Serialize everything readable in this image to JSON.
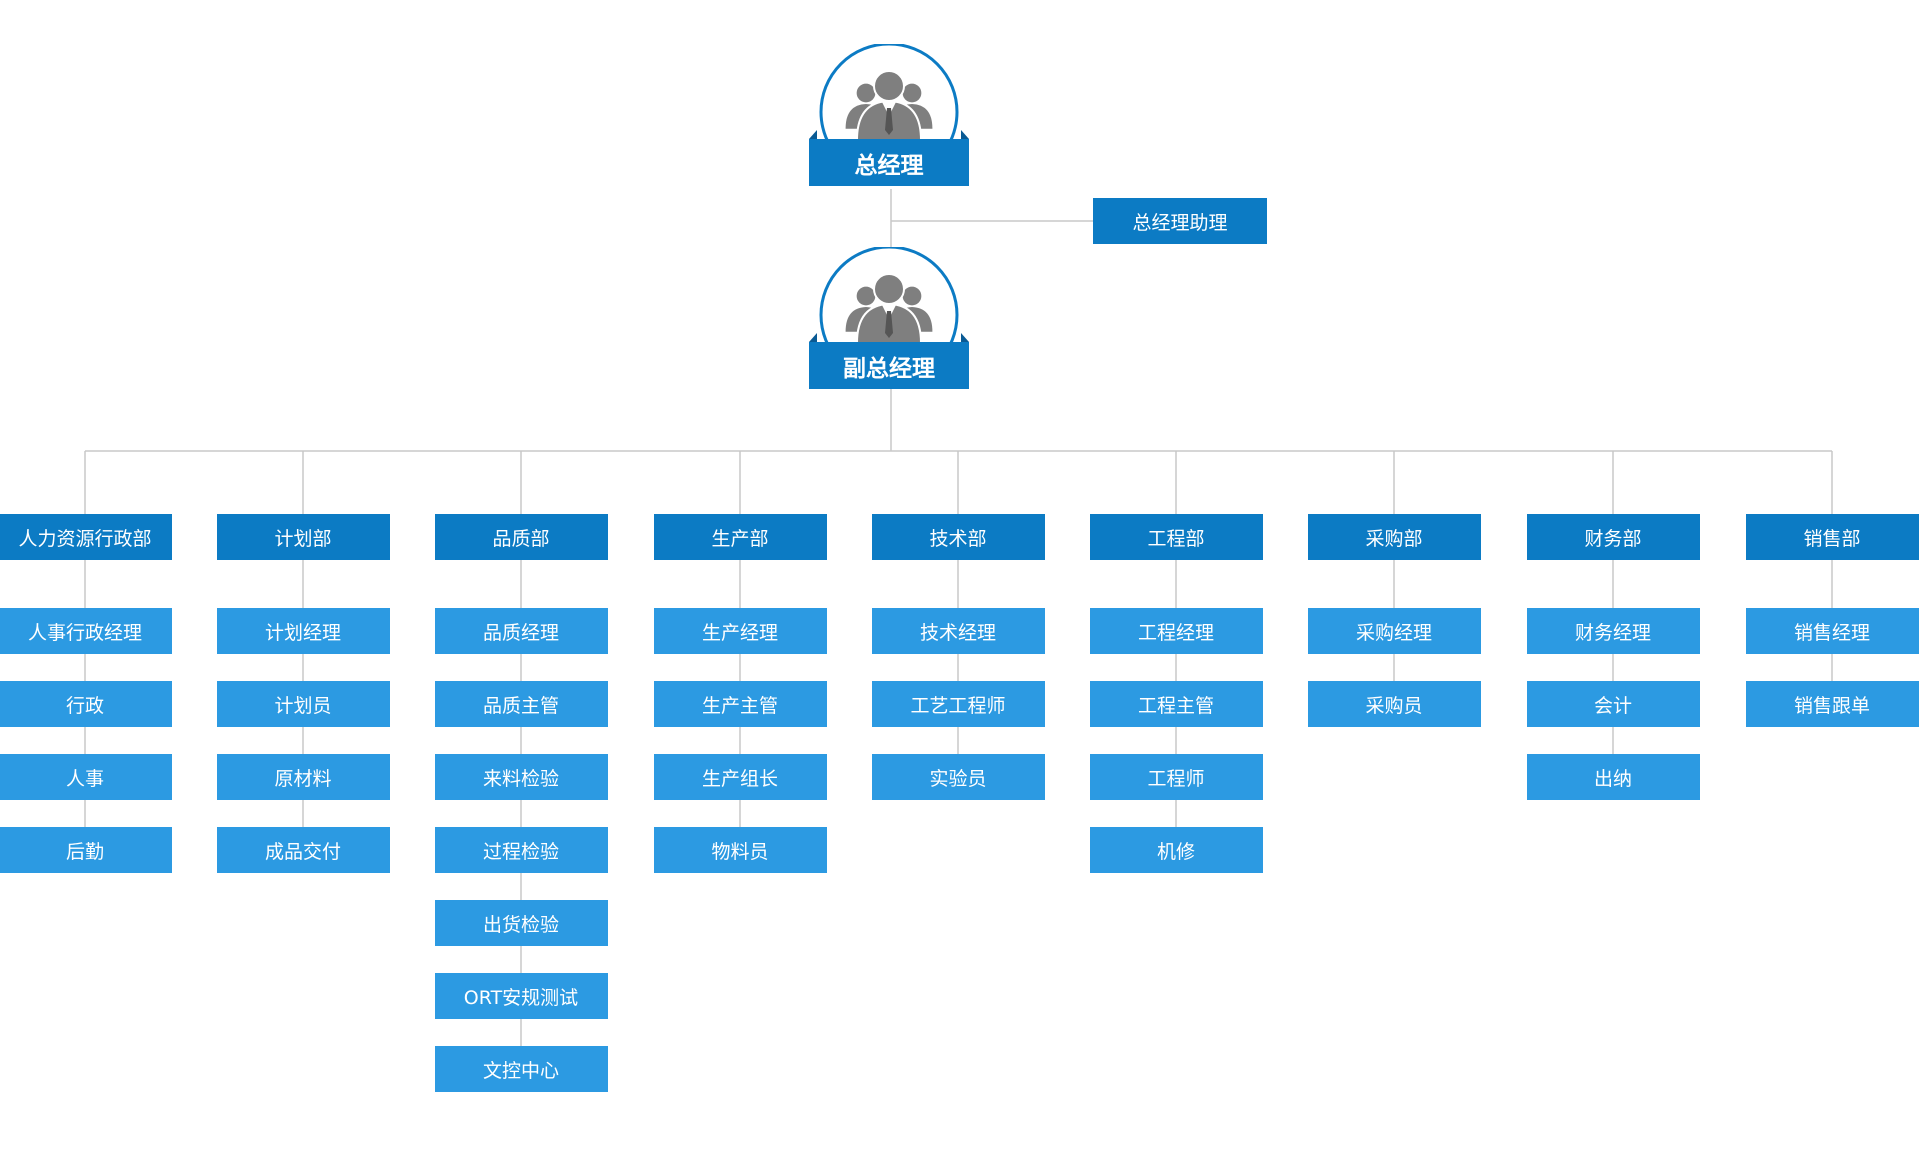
{
  "colors": {
    "dept": "#0c7bc4",
    "role": "#2c9ae2",
    "exec": "#0c7bc4",
    "exec_dark": "#095a94",
    "line": "#c8c8c8",
    "icon": "#7f7f7f"
  },
  "exec_icon": "people-group-icon",
  "general_manager": {
    "label": "总经理"
  },
  "assistant": {
    "label": "总经理助理"
  },
  "deputy_manager": {
    "label": "副总经理"
  },
  "departments": [
    {
      "name": "人力资源行政部",
      "roles": [
        "人事行政经理",
        "行政",
        "人事",
        "后勤"
      ]
    },
    {
      "name": "计划部",
      "roles": [
        "计划经理",
        "计划员",
        "原材料",
        "成品交付"
      ]
    },
    {
      "name": "品质部",
      "roles": [
        "品质经理",
        "品质主管",
        "来料检验",
        "过程检验",
        "出货检验",
        "ORT安规测试",
        "文控中心"
      ]
    },
    {
      "name": "生产部",
      "roles": [
        "生产经理",
        "生产主管",
        "生产组长",
        "物料员"
      ]
    },
    {
      "name": "技术部",
      "roles": [
        "技术经理",
        "工艺工程师",
        "实验员"
      ]
    },
    {
      "name": "工程部",
      "roles": [
        "工程经理",
        "工程主管",
        "工程师",
        "机修"
      ]
    },
    {
      "name": "采购部",
      "roles": [
        "采购经理",
        "采购员"
      ]
    },
    {
      "name": "财务部",
      "roles": [
        "财务经理",
        "会计",
        "出纳"
      ]
    },
    {
      "name": "销售部",
      "roles": [
        "销售经理",
        "销售跟单"
      ]
    }
  ]
}
